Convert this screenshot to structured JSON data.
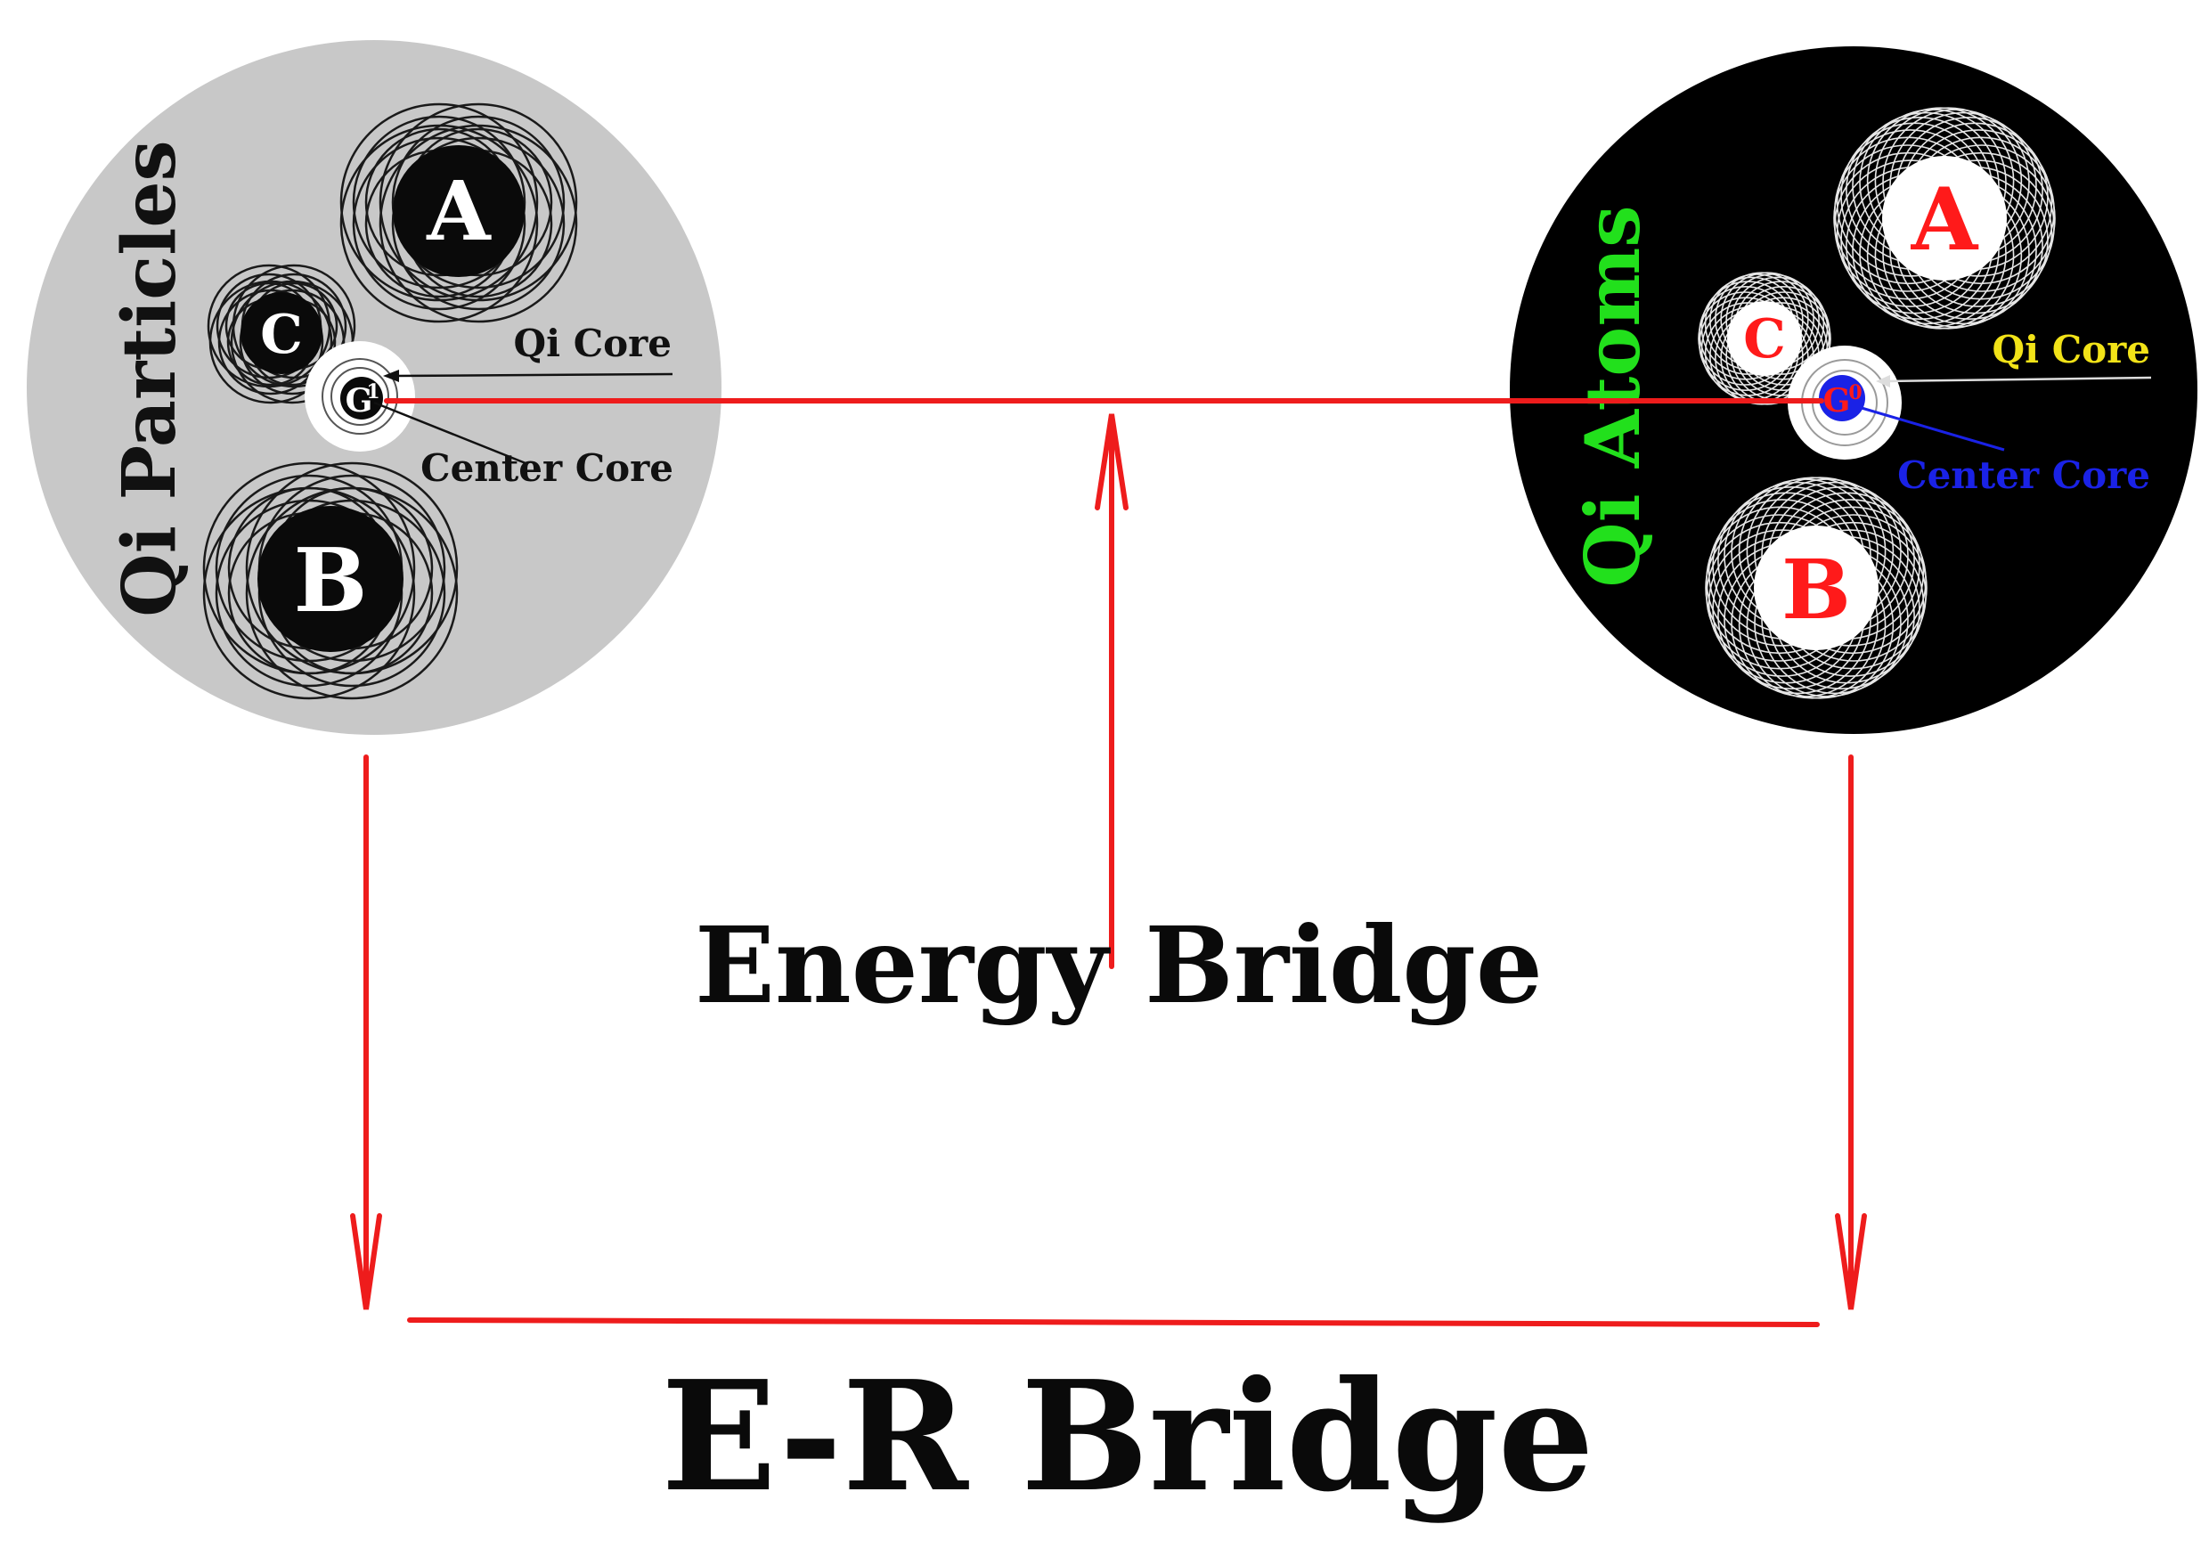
{
  "left_disk": {
    "title": "Qi Particles",
    "nodes": {
      "a": "A",
      "b": "B",
      "c": "C",
      "core": "G",
      "core_sup": "1"
    },
    "callouts": {
      "qi_core": "Qi Core",
      "center_core": "Center Core"
    },
    "colors": {
      "fill": "#c8c8c8",
      "title": "#111111",
      "node": "#0a0a0a",
      "node_text": "#ffffff",
      "rings": "#1a1a1a",
      "callout_text": "#111111"
    }
  },
  "right_disk": {
    "title": "Qi Atoms",
    "nodes": {
      "a": "A",
      "b": "B",
      "c": "C",
      "core": "G",
      "core_sup": "0"
    },
    "callouts": {
      "qi_core": "Qi Core",
      "center_core": "Center Core"
    },
    "colors": {
      "fill": "#000000",
      "title": "#22e01c",
      "node": "#ffffff",
      "node_text": "#ff1a1a",
      "rings": "#e6e6e6",
      "qi_core_text": "#f2e318",
      "center_core_text": "#1a22e6",
      "core_fill": "#1a22e6",
      "core_text": "#ff1a1a"
    }
  },
  "labels": {
    "energy_bridge": "Energy Bridge",
    "er_bridge": "E-R Bridge"
  },
  "colors": {
    "connector": "#ee1c1c",
    "text": "#0a0a0a",
    "background": "#ffffff"
  }
}
